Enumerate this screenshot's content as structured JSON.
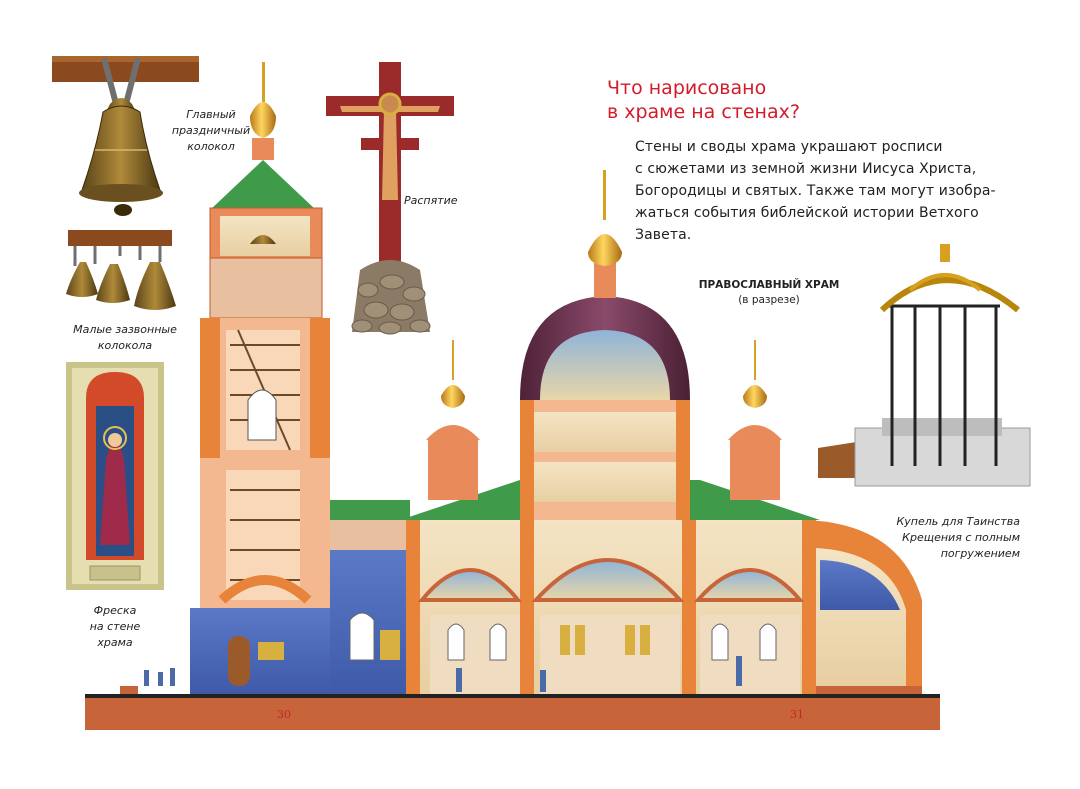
{
  "heading": {
    "line1": "Что нарисовано",
    "line2": "в храме на стенах?"
  },
  "body_lines": [
    "Стены и своды храма украшают росписи",
    "с сюжетами из земной жизни Иисуса Христа,",
    "Богородицы и святых. Также там могут изобра-",
    "жаться события библейской истории Ветхого",
    "Завета."
  ],
  "church_label": {
    "main": "ПРАВОСЛАВНЫЙ ХРАМ",
    "sub": "(в разрезе)"
  },
  "captions": {
    "main_bell": [
      "Главный",
      "праздничный",
      "колокол"
    ],
    "small_bells": [
      "Малые зазвонные",
      "колокола"
    ],
    "crucifix": "Распятие",
    "fresco": [
      "Фреска",
      "на стене",
      "храма"
    ],
    "font": [
      "Купель для Таинства",
      "Крещения с полным",
      "погружением"
    ]
  },
  "page_numbers": {
    "left": "30",
    "right": "31"
  },
  "colors": {
    "heading": "#d31b2a",
    "ground": "#c8643a",
    "wall": "#e8833a",
    "roof": "#3f9a4a",
    "dome_gold": "#e0a81f",
    "dome_purple": "#7a3a5a"
  }
}
